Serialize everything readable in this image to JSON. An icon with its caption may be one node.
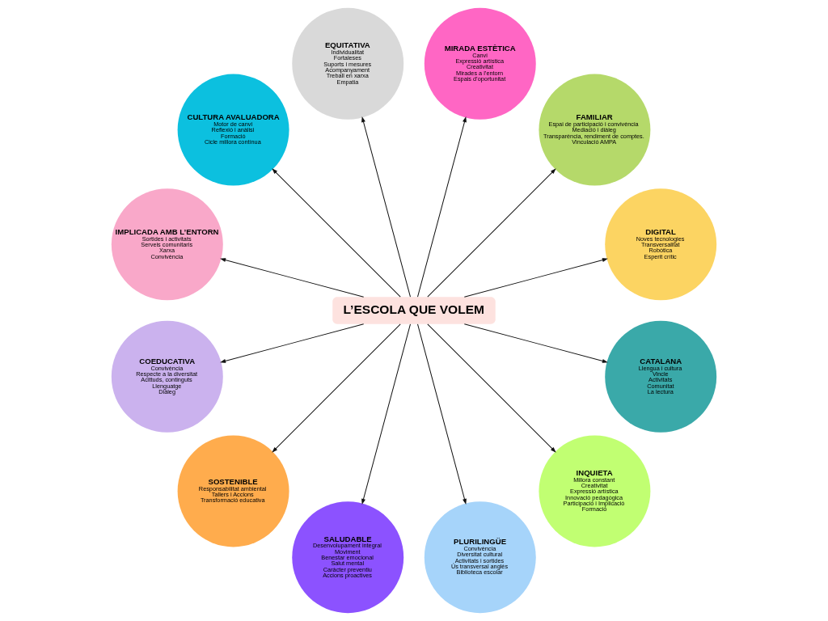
{
  "diagram": {
    "nodes": [
      {
        "text": [
          "L’ESCOLA QUE VOLEM"
        ]
      },
      {
        "text": [
          "DIGITAL",
          "Noves tecnologies",
          "Transversalitat",
          "Robòtica",
          "Esperit crític"
        ]
      },
      {
        "text": [
          "FAMILIAR",
          "Espai de participació i convivència",
          "Mediació i diàleg",
          "Transparència, rendiment de comptes.",
          "Vinculació AMPA"
        ]
      },
      {
        "text": [
          "MIRADA ESTÈTICA",
          "Canvi",
          "Expressió artística",
          "Creativitat",
          "Mirades a l’entorn",
          "Espais d’oportunitat"
        ]
      },
      {
        "text": [
          "EQUITATIVA",
          "Individualitat",
          "Fortaleses",
          "Suports i mesures",
          "Acompanyament",
          "Treball en xarxa",
          "Empatia"
        ]
      },
      {
        "text": [
          "CULTURA AVALUADORA",
          "Motor de canvi",
          "Reflexió i anàlisi",
          "Formació",
          "Cicle millora contínua"
        ]
      },
      {
        "text": [
          "IMPLICADA AMB L’ENTORN",
          "Sortides i activitats",
          "Serveis comunitaris",
          "Xarxa",
          "Convivència"
        ]
      },
      {
        "text": [
          "COEDUCATIVA",
          "Convivència",
          "Respecte a la diversitat",
          "Acittuds, continguts",
          "Llenguatge",
          "Diàleg"
        ]
      },
      {
        "text": [
          "SOSTENIBLE",
          "Responsabilitat ambiental",
          "Tallers i Accions",
          "Transformació educativa"
        ]
      },
      {
        "text": [
          "SALUDABLE",
          "Desenvolupament integral",
          "Moviment",
          "Benestar emocional",
          "Salut mental",
          "Caràcter preventiu",
          "Accions proactives"
        ]
      },
      {
        "text": [
          "PLURILINGÜE",
          "Convivència",
          "Diversitat cultural",
          "Activitats i sortides",
          "Ús transversal anglès",
          "Biblioteca escolar"
        ]
      },
      {
        "text": [
          "INQUIETA",
          "Millora constant",
          "Creativitat",
          "Expressió artística",
          "Innovació pedagògica",
          "Participació i Implicació",
          "Formació"
        ]
      },
      {
        "text": [
          "CATALANA",
          "Llengua i cultura",
          "Vincle",
          "Activitats",
          "Comunitat",
          "La lectura"
        ]
      }
    ],
    "edges": [
      {
        "from": 0,
        "to": 1,
        "arrow": "to"
      },
      {
        "from": 0,
        "to": 2,
        "arrow": "to"
      },
      {
        "from": 0,
        "to": 3,
        "arrow": "to"
      },
      {
        "from": 0,
        "to": 4,
        "arrow": "to"
      },
      {
        "from": 0,
        "to": 5,
        "arrow": "to"
      },
      {
        "from": 0,
        "to": 6,
        "arrow": "to"
      },
      {
        "from": 0,
        "to": 7,
        "arrow": "to"
      },
      {
        "from": 0,
        "to": 8,
        "arrow": "to"
      },
      {
        "from": 0,
        "to": 9,
        "arrow": "to"
      },
      {
        "from": 0,
        "to": 10,
        "arrow": "to"
      },
      {
        "from": 0,
        "to": 11,
        "arrow": "to"
      },
      {
        "from": 0,
        "to": 12,
        "arrow": "to"
      }
    ]
  }
}
